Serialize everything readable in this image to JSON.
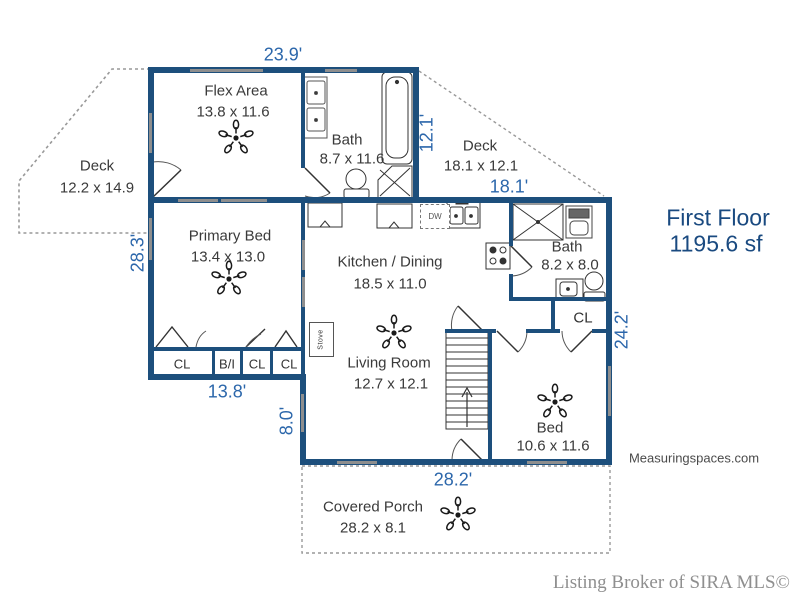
{
  "header": {
    "title_line1": "First Floor",
    "title_line2": "1195.6 sf"
  },
  "rooms": {
    "flex": {
      "name": "Flex Area",
      "dims": "13.8 x 11.6"
    },
    "bath_top": {
      "name": "Bath",
      "dims": "8.7 x 11.6"
    },
    "deck_right": {
      "name": "Deck",
      "dims": "18.1 x 12.1"
    },
    "deck_left": {
      "name": "Deck",
      "dims": "12.2 x 14.9"
    },
    "primary_bed": {
      "name": "Primary Bed",
      "dims": "13.4 x 13.0"
    },
    "kitchen": {
      "name": "Kitchen / Dining",
      "dims": "18.5 x 11.0"
    },
    "bath_right": {
      "name": "Bath",
      "dims": "8.2 x 8.0"
    },
    "living": {
      "name": "Living Room",
      "dims": "12.7 x 12.1"
    },
    "bed": {
      "name": "Bed",
      "dims": "10.6 x 11.6"
    },
    "porch": {
      "name": "Covered Porch",
      "dims": "28.2 x 8.1"
    }
  },
  "measurements": {
    "top": "23.9'",
    "bath_height": "12.1'",
    "deck_edge": "18.1'",
    "left": "28.3'",
    "right": "24.2'",
    "closet_row": "13.8'",
    "step": "8.0'",
    "bottom": "28.2'"
  },
  "closets": {
    "c1": "CL",
    "c2": "B/I",
    "c3": "CL",
    "c4": "CL",
    "c5": "CL"
  },
  "appliances": {
    "dishwasher": "DW",
    "wood_stove": "Stove"
  },
  "branding": {
    "watermark": "Measuringspaces.com",
    "footer": "Listing Broker of SIRA MLS©"
  },
  "colors": {
    "wall": "#1d4f7c",
    "dimension_text": "#2c67ab",
    "title_text": "#1a4a80",
    "room_text": "#3a3a3a",
    "dashed_outline": "#999999"
  }
}
